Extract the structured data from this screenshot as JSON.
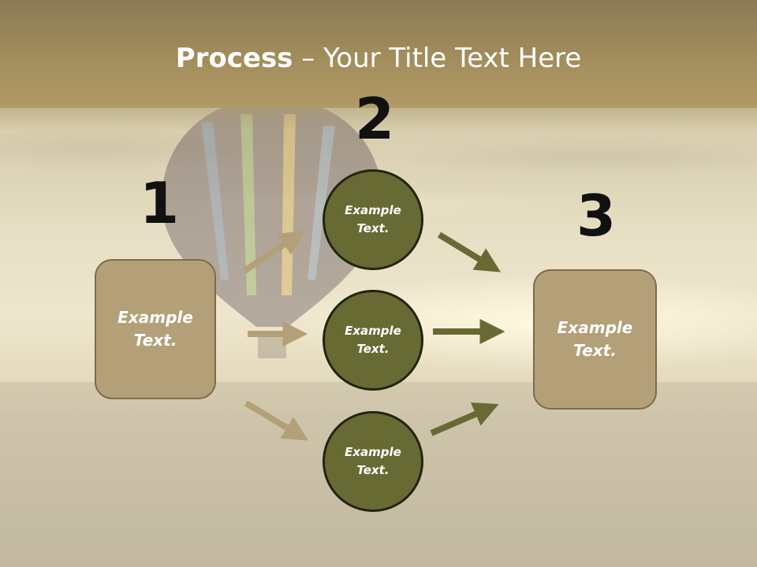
{
  "slide": {
    "title_bold": "Process",
    "title_rest": " – Your Title Text Here"
  },
  "steps": {
    "step1": "1",
    "step2": "2",
    "step3": "3"
  },
  "left_box": {
    "text": "Example\nText."
  },
  "right_box": {
    "text": "Example\nText."
  },
  "circles": [
    {
      "text": "Example\nText."
    },
    {
      "text": "Example\nText."
    },
    {
      "text": "Example\nText."
    }
  ],
  "colors": {
    "header": "#a28d5c",
    "box_fill": "#b4a078",
    "circle_fill": "#686a34",
    "arrow_light": "#b4a078",
    "arrow_dark": "#686a34"
  }
}
